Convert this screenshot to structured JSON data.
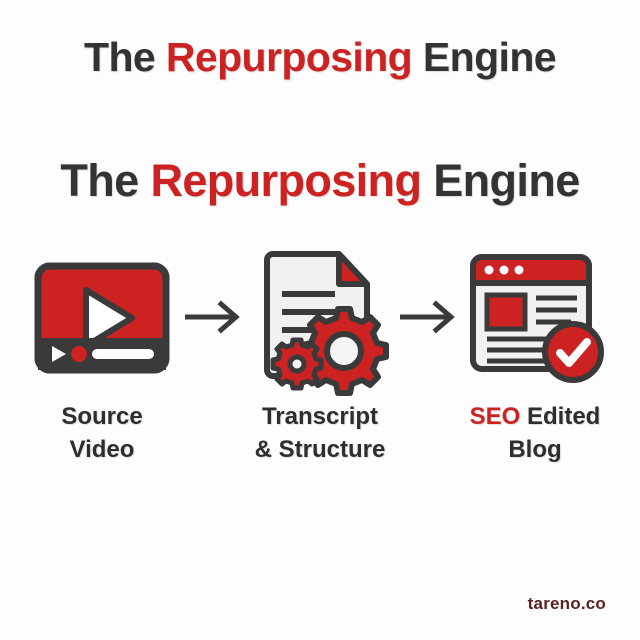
{
  "theme": {
    "background": "#fdfdfd",
    "accent_red": "#cc2222",
    "dark": "#333333",
    "caption_dark": "#2e2e2e",
    "footer_color": "#5c2222",
    "outline": "#3a3a3a",
    "paper": "#f1f1f1"
  },
  "headings": {
    "line1": {
      "prefix": "The ",
      "accent": "Repurposing",
      "suffix": " Engine"
    },
    "line2": {
      "prefix": "The ",
      "accent": "Repurposing",
      "suffix": " Engine"
    }
  },
  "flow": {
    "steps": [
      {
        "icon": "video-player-icon",
        "caption_line1": "Source",
        "caption_line2": "Video",
        "caption_accent": ""
      },
      {
        "icon": "document-gears-icon",
        "caption_line1": "Transcript",
        "caption_line2": "& Structure",
        "caption_accent": ""
      },
      {
        "icon": "browser-check-icon",
        "caption_accent": "SEO",
        "caption_line1": " Edited",
        "caption_line2": "Blog"
      }
    ],
    "arrows": [
      {
        "name": "arrow-right-icon-1"
      },
      {
        "name": "arrow-right-icon-2"
      }
    ]
  },
  "footer": {
    "brand": "tareno.co"
  }
}
